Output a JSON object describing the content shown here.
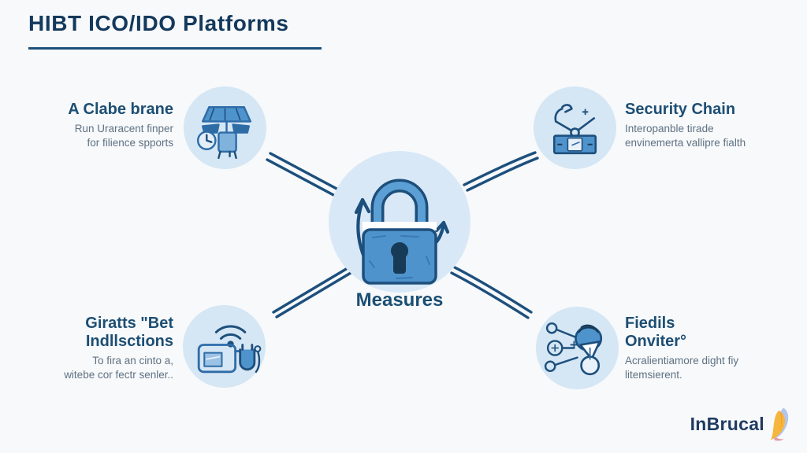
{
  "title": "HIBT ICO/IDO Platforms",
  "center": {
    "label": "Measures",
    "icon": "padlock-icon"
  },
  "nodes": [
    {
      "position": "top-left",
      "icon": "solar-panel-station-icon",
      "heading_lines": [
        "A Clabe brane"
      ],
      "sub_lines": [
        "Run Uraracent finper",
        "for filience spports"
      ]
    },
    {
      "position": "top-right",
      "icon": "crane-banknote-icon",
      "heading_lines": [
        "Security Chain"
      ],
      "sub_lines": [
        "Interopanble tirade",
        "envinemerta vallipre fialth"
      ]
    },
    {
      "position": "bottom-left",
      "icon": "wifi-router-plug-icon",
      "heading_lines": [
        "Giratts \"Bet",
        "Indllsctions"
      ],
      "sub_lines": [
        "To fira an cinto a,",
        "witebe cor fectr senler.."
      ]
    },
    {
      "position": "bottom-right",
      "icon": "network-nodes-funnel-icon",
      "heading_lines": [
        "Fiedils",
        "Onviter°"
      ],
      "sub_lines": [
        "Acralientiamore dight fiy",
        "litemsierent."
      ]
    }
  ],
  "logo": {
    "text": "InBrucal"
  },
  "colors": {
    "background": "#f7f9fb",
    "title_text": "#14395c",
    "heading_text": "#1d4e73",
    "sub_text": "#5f7182",
    "circle_fill": "#d5e6f4",
    "center_circle_fill": "#d9e8f6",
    "connector_line": "#1d4f7c",
    "icon_fill": "#4f93cc",
    "logo_yellow": "#f6b53d",
    "logo_blue": "#b4c4ec"
  }
}
